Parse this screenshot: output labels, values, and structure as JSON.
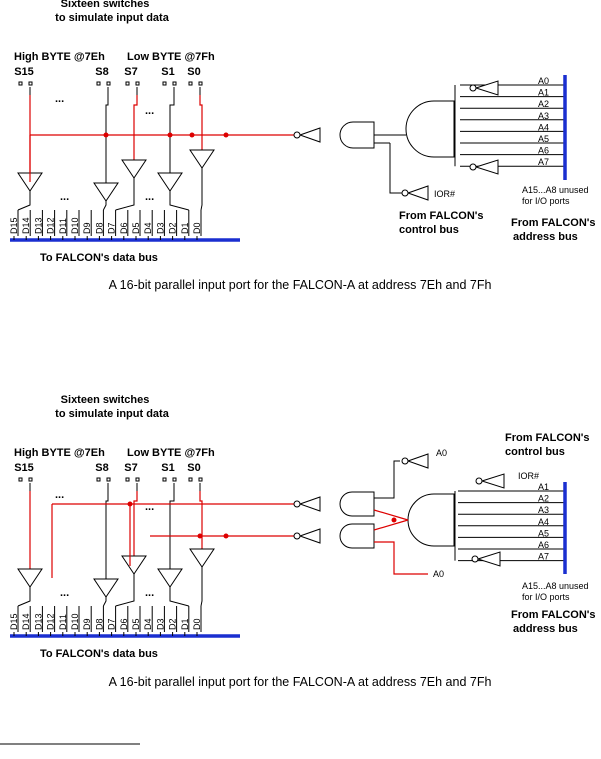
{
  "diagrams": [
    {
      "title_line1": "Sixteen switches",
      "title_line2": "to simulate input data",
      "high_byte_label": "High BYTE @7Eh",
      "low_byte_label": "Low BYTE @7Fh",
      "switches": [
        "S15",
        "S8",
        "S7",
        "S1",
        "S0"
      ],
      "ellipsis": "...",
      "data_lines": [
        "D15",
        "D14",
        "D13",
        "D12",
        "D11",
        "D10",
        "D9",
        "D8",
        "D7",
        "D6",
        "D5",
        "D4",
        "D3",
        "D2",
        "D1",
        "D0"
      ],
      "address_lines": [
        "A0",
        "A1",
        "A2",
        "A3",
        "A4",
        "A5",
        "A6",
        "A7"
      ],
      "control_signal": "IOR#",
      "control_bus_line1": "From FALCON's",
      "control_bus_line2": "control bus",
      "unused_note_line1": "A15...A8 unused",
      "unused_note_line2": "for I/O ports",
      "address_bus_line1": "From FALCON's",
      "address_bus_line2": "address bus",
      "data_bus_label": "To FALCON's data bus",
      "caption": "A 16-bit parallel input port for the FALCON-A at address 7Eh and 7Fh"
    },
    {
      "title_line1": "Sixteen switches",
      "title_line2": "to simulate input data",
      "high_byte_label": "High BYTE @7Eh",
      "low_byte_label": "Low BYTE @7Fh",
      "switches": [
        "S15",
        "S8",
        "S7",
        "S1",
        "S0"
      ],
      "ellipsis": "...",
      "data_lines": [
        "D15",
        "D14",
        "D13",
        "D12",
        "D11",
        "D10",
        "D9",
        "D8",
        "D7",
        "D6",
        "D5",
        "D4",
        "D3",
        "D2",
        "D1",
        "D0"
      ],
      "address_lines": [
        "A1",
        "A2",
        "A3",
        "A4",
        "A5",
        "A6",
        "A7"
      ],
      "a0_top": "A0",
      "a0_bottom": "A0",
      "control_signal": "IOR#",
      "control_bus_line1": "From FALCON's",
      "control_bus_line2": "control bus",
      "unused_note_line1": "A15...A8 unused",
      "unused_note_line2": "for I/O ports",
      "address_bus_line1": "From FALCON's",
      "address_bus_line2": "address bus",
      "data_bus_label": "To FALCON's data bus",
      "caption": "A 16-bit parallel input port for the FALCON-A at address 7Eh and 7Fh"
    }
  ],
  "colors": {
    "wire": "#dd0000",
    "bus": "#1a2fd0",
    "ink": "#000000"
  }
}
